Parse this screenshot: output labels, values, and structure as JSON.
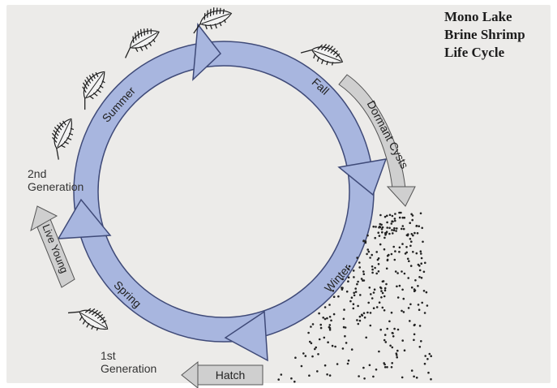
{
  "title": {
    "line1": "Mono Lake",
    "line2": "Brine Shrimp",
    "line3": "Life Cycle"
  },
  "cycle": {
    "seasons": [
      "Summer",
      "Fall",
      "Winter",
      "Spring"
    ]
  },
  "arrows": {
    "dormant": "Dormant Cysts",
    "hatch": "Hatch",
    "live_young": "Live Young"
  },
  "labels": {
    "gen2_line1": "2nd",
    "gen2_line2": "Generation",
    "gen1_line1": "1st",
    "gen1_line2": "Generation"
  },
  "colors": {
    "ring": "#a8b6df",
    "ring_stroke": "#3f4a78",
    "side_arrow": "#cfcfcf",
    "background": "#ecebe9"
  }
}
